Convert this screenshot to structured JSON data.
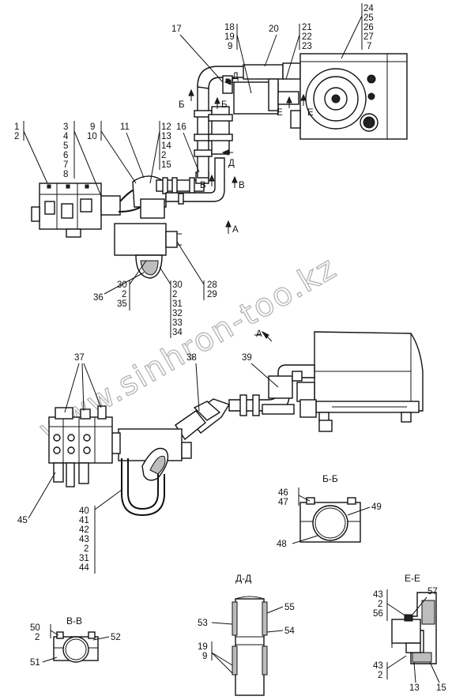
{
  "watermark": "www.sinhron-too.kz",
  "section_titles": {
    "bb": "Б-Б",
    "dd": "Д-Д",
    "ee": "Е-Е",
    "vv": "В-В"
  },
  "view_arrows": {
    "b_left": "Б",
    "b_right": "Б",
    "d_top": "Д",
    "d_bottom": "Д",
    "e_left": "Е",
    "e_right": "Е",
    "v_left": "В",
    "v_right": "В",
    "a_top": "А",
    "a_bottom": "А"
  },
  "callouts": {
    "c1": "1",
    "c2a": "2",
    "c3": "3",
    "c4": "4",
    "c5": "5",
    "c6": "6",
    "c7a": "7",
    "c8": "8",
    "c9a": "9",
    "c10": "10",
    "c11": "11",
    "c12": "12",
    "c13": "13",
    "c14": "14",
    "c2b": "2",
    "c15": "15",
    "c16": "16",
    "c17": "17",
    "c18": "18",
    "c19": "19",
    "c9b": "9",
    "c20": "20",
    "c21": "21",
    "c22": "22",
    "c23": "23",
    "c24": "24",
    "c25": "25",
    "c26": "26",
    "c27": "27",
    "c7b": "7",
    "c36": "36",
    "c30a": "30",
    "c2c": "2",
    "c35": "35",
    "c30b": "30",
    "c2d": "2",
    "c31a": "31",
    "c32": "32",
    "c33": "33",
    "c34": "34",
    "c28": "28",
    "c29": "29",
    "c37": "37",
    "c38": "38",
    "c39": "39",
    "c45": "45",
    "c40": "40",
    "c41": "41",
    "c42": "42",
    "c43a": "43",
    "c2e": "2",
    "c31b": "31",
    "c44": "44",
    "c46": "46",
    "c47": "47",
    "c49": "49",
    "c48": "48",
    "c50": "50",
    "c2f": "2",
    "c52": "52",
    "c51": "51",
    "c53": "53",
    "c55": "55",
    "c54": "54",
    "c19b": "19",
    "c9c": "9",
    "c43b": "43",
    "c2g": "2",
    "c56": "56",
    "c57": "57",
    "c43c": "43",
    "c2h": "2",
    "c13b": "13",
    "c15b": "15"
  }
}
